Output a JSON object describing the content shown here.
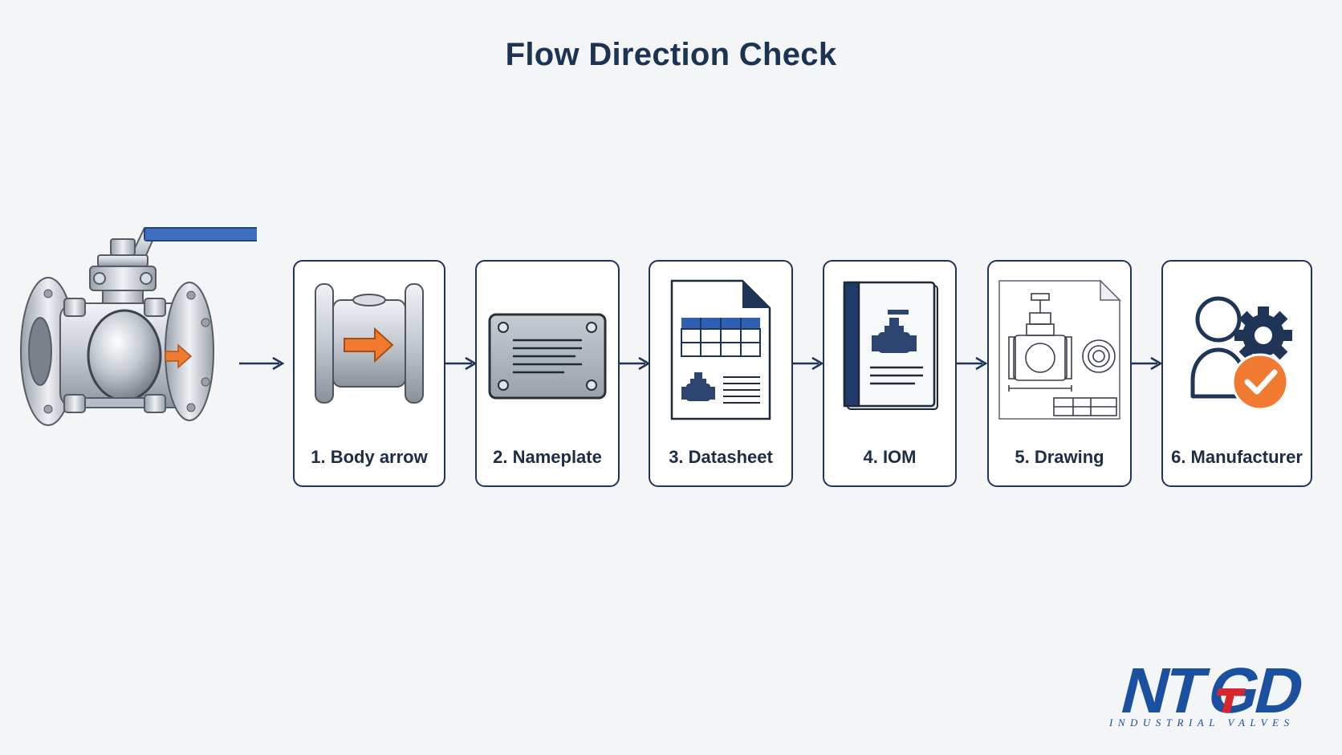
{
  "title": "Flow Direction Check",
  "colors": {
    "navy": "#1f3558",
    "accent_blue": "#2e5fb3",
    "flow_arrow_orange": "#ef7a30",
    "check_orange": "#ef7a30",
    "logo_blue": "#1b4fa0",
    "logo_red": "#d8262c"
  },
  "steps": [
    {
      "label": "1. Body arrow",
      "icon": "valve-body-arrow-icon"
    },
    {
      "label": "2. Nameplate",
      "icon": "nameplate-icon"
    },
    {
      "label": "3. Datasheet",
      "icon": "datasheet-icon"
    },
    {
      "label": "4. IOM",
      "icon": "iom-manual-icon"
    },
    {
      "label": "5. Drawing",
      "icon": "technical-drawing-icon"
    },
    {
      "label": "6. Manufacturer",
      "icon": "manufacturer-check-icon"
    }
  ],
  "logo": {
    "text": "NTGD",
    "subtitle": "INDUSTRIAL VALVES"
  }
}
